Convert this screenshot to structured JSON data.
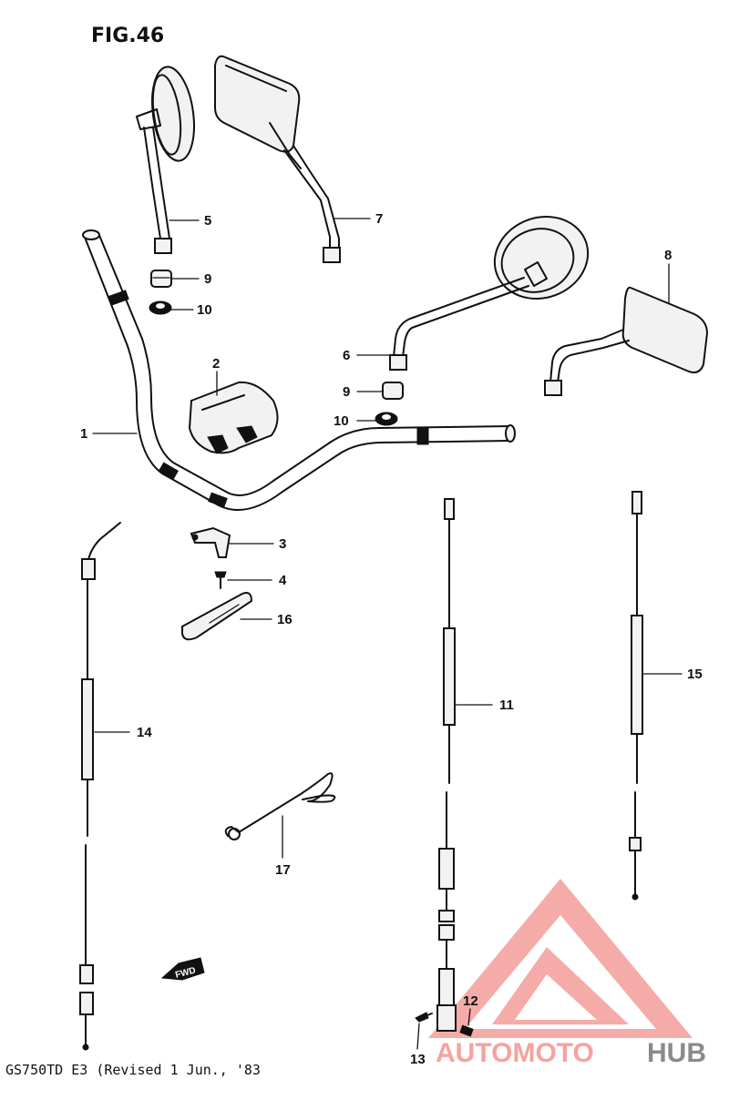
{
  "figure": {
    "title": "FIG.46"
  },
  "footer": {
    "caption": "GS750TD E3 (Revised 1 Jun., '83"
  },
  "watermark": {
    "text_main": "AUTOMOTO",
    "text_accent": "HUB",
    "color_main": "#f4a3a0",
    "color_accent": "#8a8a8a"
  },
  "fwd_marker": {
    "text": "FWD"
  },
  "callouts": [
    {
      "id": "c1",
      "text": "1"
    },
    {
      "id": "c2",
      "text": "2"
    },
    {
      "id": "c3",
      "text": "3"
    },
    {
      "id": "c4",
      "text": "4"
    },
    {
      "id": "c5",
      "text": "5"
    },
    {
      "id": "c6",
      "text": "6"
    },
    {
      "id": "c7",
      "text": "7"
    },
    {
      "id": "c8",
      "text": "8"
    },
    {
      "id": "c9a",
      "text": "9"
    },
    {
      "id": "c9b",
      "text": "9"
    },
    {
      "id": "c10a",
      "text": "10"
    },
    {
      "id": "c10b",
      "text": "10"
    },
    {
      "id": "c11",
      "text": "11"
    },
    {
      "id": "c12",
      "text": "12"
    },
    {
      "id": "c13",
      "text": "13"
    },
    {
      "id": "c14",
      "text": "14"
    },
    {
      "id": "c15",
      "text": "15"
    },
    {
      "id": "c16",
      "text": "16"
    },
    {
      "id": "c17",
      "text": "17"
    }
  ]
}
